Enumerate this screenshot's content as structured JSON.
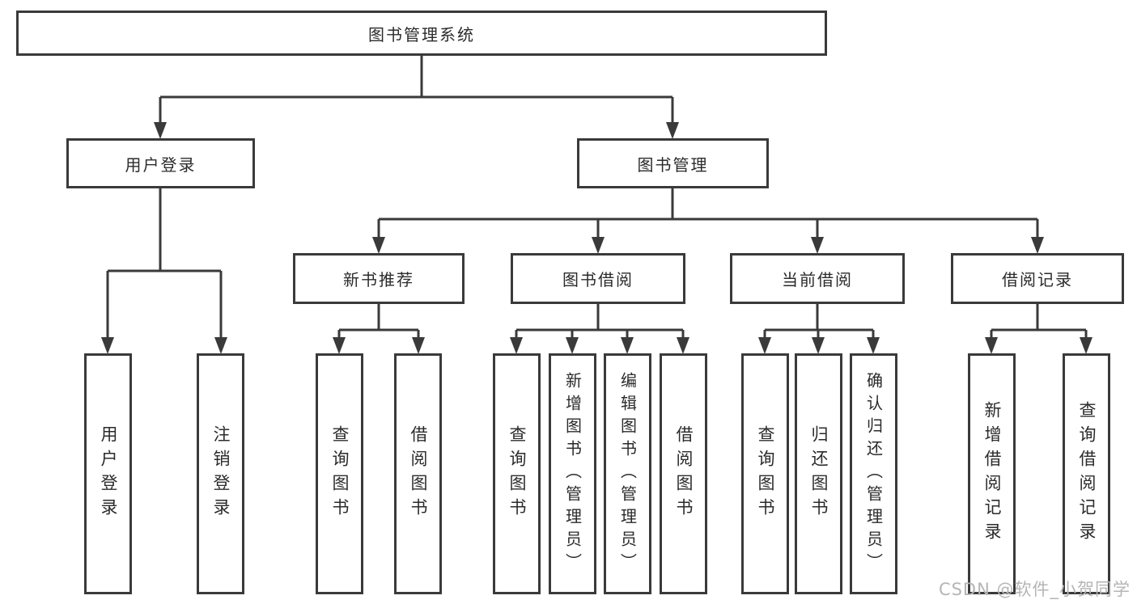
{
  "diagram": {
    "root": "图书管理系统",
    "branches": [
      {
        "label": "用户登录",
        "children": [
          "用户登录",
          "注销登录"
        ]
      },
      {
        "label": "图书管理",
        "sub_branches": [
          {
            "label": "新书推荐",
            "children": [
              "查询图书",
              "借阅图书"
            ]
          },
          {
            "label": "图书借阅",
            "children": [
              "查询图书",
              "新增图书（管理员）",
              "编辑图书（管理员）",
              "借阅图书"
            ]
          },
          {
            "label": "当前借阅",
            "children": [
              "查询图书",
              "归还图书",
              "确认归还（管理员）"
            ]
          },
          {
            "label": "借阅记录",
            "children": [
              "新增借阅记录",
              "查询借阅记录"
            ]
          }
        ]
      }
    ]
  },
  "watermark": "CSDN @软件_小贺同学",
  "colors": {
    "line": "#3a3a3a",
    "text": "#2b2b2b",
    "watermark": "#b5b5b5",
    "background": "#ffffff"
  }
}
